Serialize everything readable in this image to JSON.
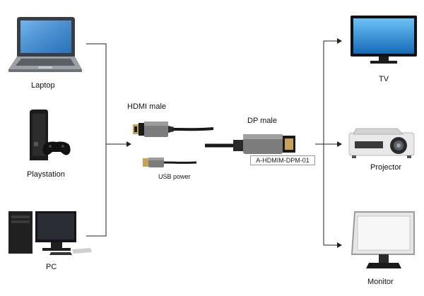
{
  "sources": {
    "laptop": {
      "label": "Laptop",
      "icon": "laptop-icon"
    },
    "playstation": {
      "label": "Playstation",
      "icon": "game-console-icon"
    },
    "pc": {
      "label": "PC",
      "icon": "desktop-pc-icon"
    }
  },
  "adapter": {
    "hdmi_label": "HDMI  male",
    "dp_label": "DP male",
    "usb_label": "USB power",
    "model": "A-HDMIM-DPM-01"
  },
  "outputs": {
    "tv": {
      "label": "TV",
      "icon": "tv-icon"
    },
    "projector": {
      "label": "Projector",
      "icon": "projector-icon"
    },
    "monitor": {
      "label": "Monitor",
      "icon": "monitor-icon"
    }
  }
}
